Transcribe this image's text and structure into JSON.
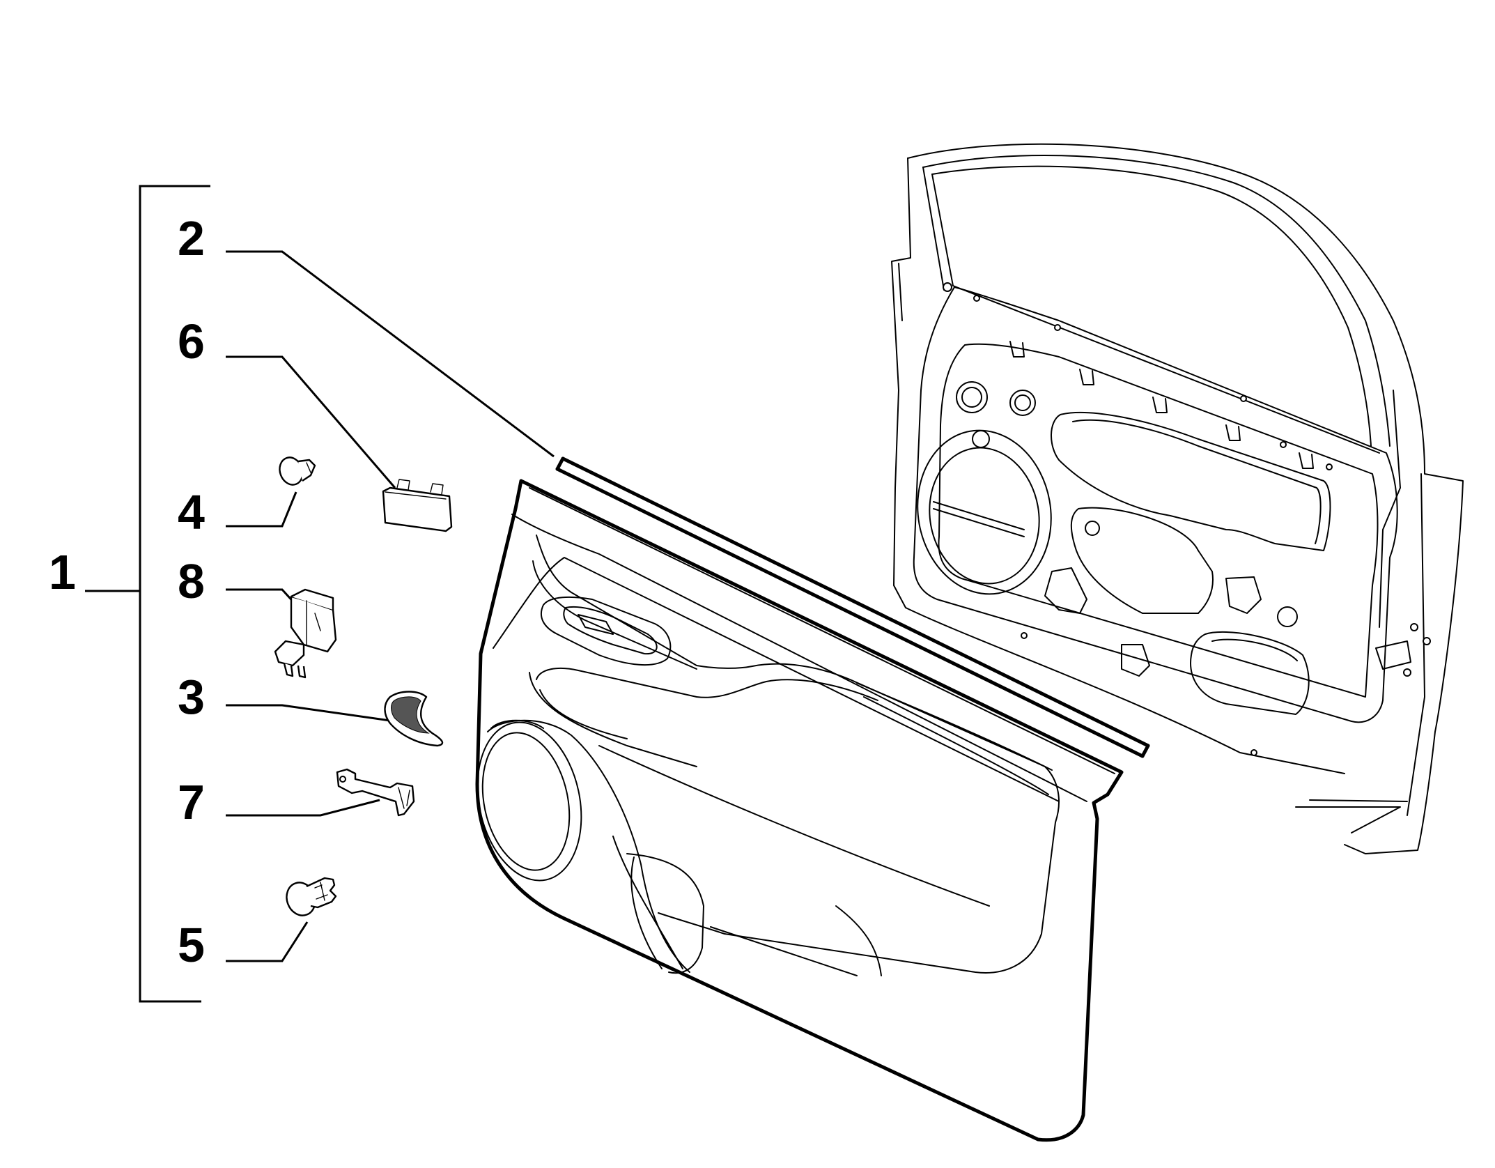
{
  "diagram": {
    "callouts": [
      {
        "id": "1",
        "label": "1"
      },
      {
        "id": "2",
        "label": "2"
      },
      {
        "id": "6",
        "label": "6"
      },
      {
        "id": "4",
        "label": "4"
      },
      {
        "id": "8",
        "label": "8"
      },
      {
        "id": "3",
        "label": "3"
      },
      {
        "id": "7",
        "label": "7"
      },
      {
        "id": "5",
        "label": "5"
      }
    ]
  }
}
